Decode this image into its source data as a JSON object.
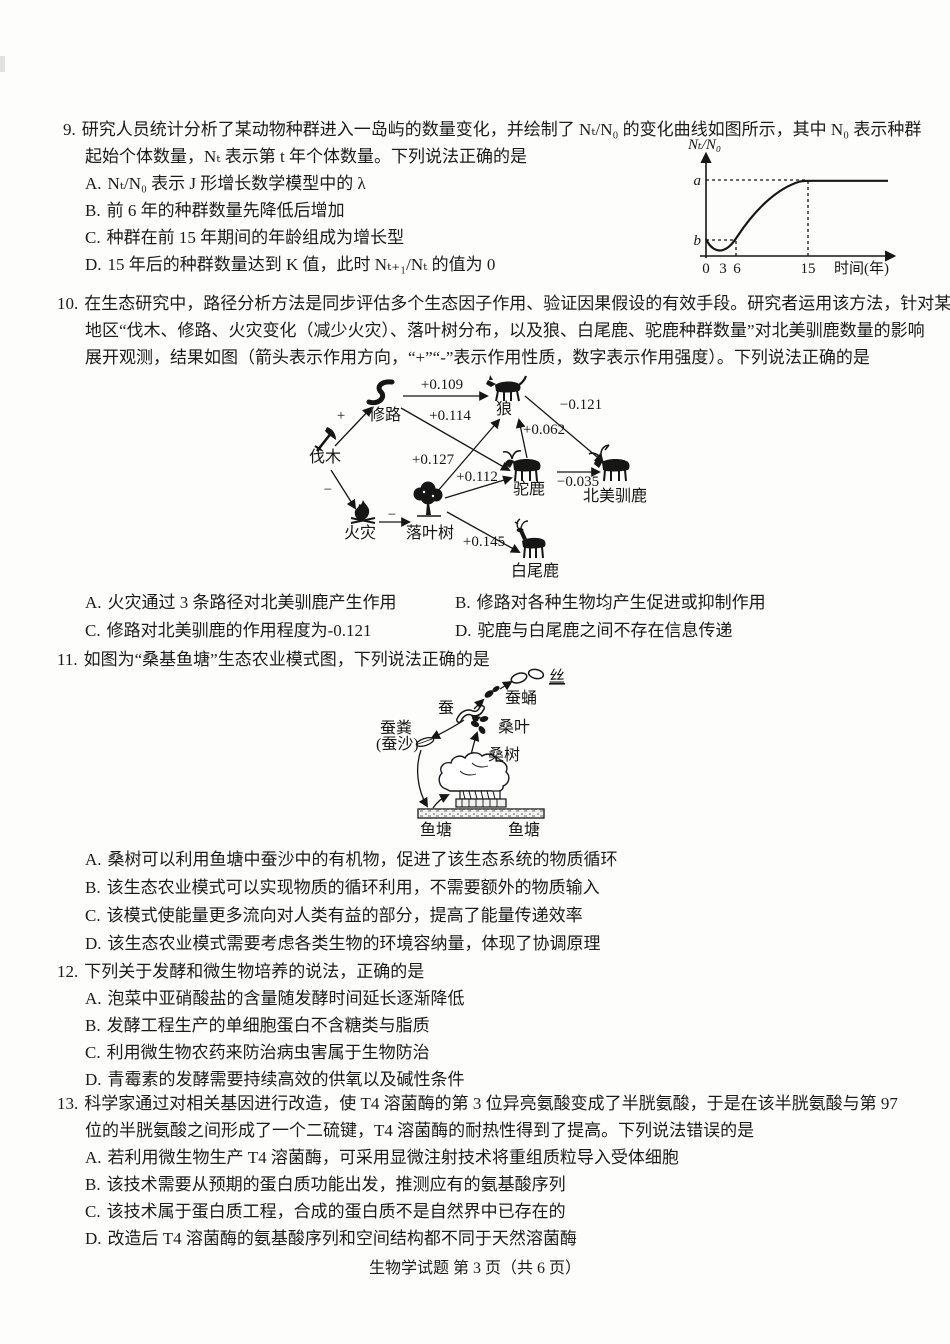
{
  "page": {
    "footer": "生物学试题 第 3 页（共 6 页）"
  },
  "q9": {
    "number": "9.",
    "stem_lines": [
      "研究人员统计分析了某动物种群进入一岛屿的数量变化，并绘制了 Nₜ/N₀ 的变化曲线如图所示，其中 N₀ 表示种群",
      "起始个体数量，Nₜ 表示第 t 年个体数量。下列说法正确的是"
    ],
    "options": [
      {
        "label": "A.",
        "text": "Nₜ/N₀ 表示 J 形增长数学模型中的 λ"
      },
      {
        "label": "B.",
        "text": "前 6 年的种群数量先降低后增加"
      },
      {
        "label": "C.",
        "text": "种群在前 15 年期间的年龄组成为增长型"
      },
      {
        "label": "D.",
        "text": "15 年后的种群数量达到 K 值，此时 Nₜ₊₁/Nₜ 的值为 0"
      }
    ],
    "graph": {
      "y_label": "Nₜ/N₀",
      "x_label": "时间(年)",
      "mark_a": "a",
      "mark_b": "b",
      "ticks": [
        "0",
        "3",
        "6",
        "15"
      ]
    }
  },
  "q10": {
    "number": "10.",
    "stem_lines": [
      "在生态研究中，路径分析方法是同步评估多个生态因子作用、验证因果假设的有效手段。研究者运用该方法，针对某",
      "地区“伐木、修路、火灾变化（减少火灾）、落叶树分布，以及狼、白尾鹿、驼鹿种群数量”对北美驯鹿数量的影响",
      "展开观测，结果如图（箭头表示作用方向，“+”“-”表示作用性质，数字表示作用强度）。下列说法正确的是"
    ],
    "options": [
      {
        "label": "A.",
        "text": "火灾通过 3 条路径对北美驯鹿产生作用"
      },
      {
        "label": "B.",
        "text": "修路对各种生物均产生促进或抑制作用"
      },
      {
        "label": "C.",
        "text": "修路对北美驯鹿的作用程度为-0.121"
      },
      {
        "label": "D.",
        "text": "驼鹿与白尾鹿之间不存在信息传递"
      }
    ],
    "diagram": {
      "nodes": {
        "logging": "伐木",
        "road": "修路",
        "fire": "火灾",
        "deciduous_tree": "落叶树",
        "wolf": "狼",
        "moose": "驼鹿",
        "caribou": "北美驯鹿",
        "white_tailed_deer": "白尾鹿"
      },
      "edges": [
        {
          "from": "伐木",
          "to": "修路",
          "label": "+"
        },
        {
          "from": "伐木",
          "to": "火灾",
          "label": "−"
        },
        {
          "from": "火灾",
          "to": "落叶树",
          "label": "−"
        },
        {
          "from": "修路",
          "to": "狼",
          "label": "+0.109"
        },
        {
          "from": "修路",
          "to": "驼鹿",
          "label": "+0.114"
        },
        {
          "from": "落叶树",
          "to": "狼",
          "label": "+0.127"
        },
        {
          "from": "落叶树",
          "to": "驼鹿",
          "label": "+0.112"
        },
        {
          "from": "落叶树",
          "to": "白尾鹿",
          "label": "+0.145"
        },
        {
          "from": "驼鹿",
          "to": "狼",
          "label": "+0.062"
        },
        {
          "from": "狼",
          "to": "北美驯鹿",
          "label": "−0.121"
        },
        {
          "from": "驼鹿",
          "to": "北美驯鹿",
          "label": "−0.035"
        }
      ]
    }
  },
  "q11": {
    "number": "11.",
    "stem": "如图为“桑基鱼塘”生态农业模式图，下列说法正确的是",
    "options": [
      {
        "label": "A.",
        "text": "桑树可以利用鱼塘中蚕沙中的有机物，促进了该生态系统的物质循环"
      },
      {
        "label": "B.",
        "text": "该生态农业模式可以实现物质的循环利用，不需要额外的物质输入"
      },
      {
        "label": "C.",
        "text": "该模式使能量更多流向对人类有益的部分，提高了能量传递效率"
      },
      {
        "label": "D.",
        "text": "该生态农业模式需要考虑各类生物的环境容纳量，体现了协调原理"
      }
    ],
    "diagram": {
      "silk": "丝",
      "pupa": "蚕蛹",
      "silkworm": "蚕",
      "mulberry_leaves": "桑叶",
      "feces_line1": "蚕粪",
      "feces_line2": "(蚕沙)",
      "mulberry_tree": "桑树",
      "pond_left": "鱼塘",
      "pond_right": "鱼塘"
    }
  },
  "q12": {
    "number": "12.",
    "stem": "下列关于发酵和微生物培养的说法，正确的是",
    "options": [
      {
        "label": "A.",
        "text": "泡菜中亚硝酸盐的含量随发酵时间延长逐渐降低"
      },
      {
        "label": "B.",
        "text": "发酵工程生产的单细胞蛋白不含糖类与脂质"
      },
      {
        "label": "C.",
        "text": "利用微生物农药来防治病虫害属于生物防治"
      },
      {
        "label": "D.",
        "text": "青霉素的发酵需要持续高效的供氧以及碱性条件"
      }
    ]
  },
  "q13": {
    "number": "13.",
    "stem_lines": [
      "科学家通过对相关基因进行改造，使 T4 溶菌酶的第 3 位异亮氨酸变成了半胱氨酸，于是在该半胱氨酸与第 97",
      "位的半胱氨酸之间形成了一个二硫键，T4 溶菌酶的耐热性得到了提高。下列说法错误的是"
    ],
    "options": [
      {
        "label": "A.",
        "text": "若利用微生物生产 T4 溶菌酶，可采用显微注射技术将重组质粒导入受体细胞"
      },
      {
        "label": "B.",
        "text": "该技术需要从预期的蛋白质功能出发，推测应有的氨基酸序列"
      },
      {
        "label": "C.",
        "text": "该技术属于蛋白质工程，合成的蛋白质不是自然界中已存在的"
      },
      {
        "label": "D.",
        "text": "改造后 T4 溶菌酶的氨基酸序列和空间结构都不同于天然溶菌酶"
      }
    ]
  }
}
